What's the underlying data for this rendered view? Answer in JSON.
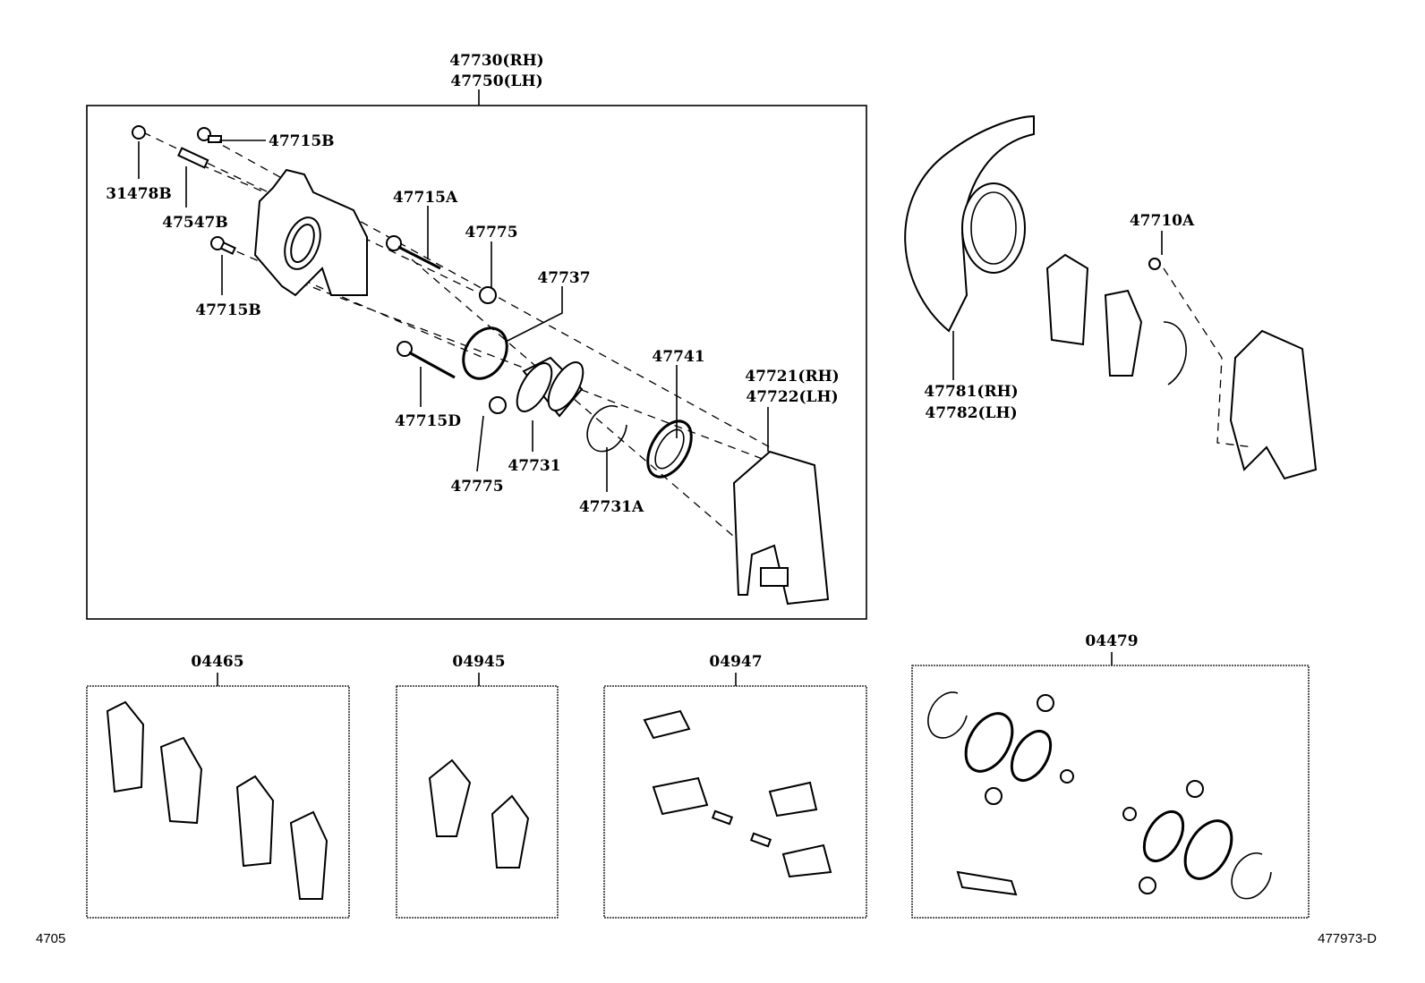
{
  "diagram": {
    "caliper_assembly": {
      "line1": "47730(RH)",
      "line2": "47750(LH)"
    },
    "labels": {
      "bleeder_bolt_top": "47715B",
      "cap": "31478B",
      "bleeder_plug": "47547B",
      "bleeder_bolt_bottom": "47715B",
      "slide_pin_a": "47715A",
      "boot_upper": "47775",
      "piston_seal": "47737",
      "cylinder_boot": "47741",
      "slide_pin_d": "47715D",
      "piston": "47731",
      "boot_lower": "47775",
      "set_ring": "47731A",
      "mounting_rh": "47721(RH)",
      "mounting_lh": "47722(LH)",
      "dust_cover_rh": "47781(RH)",
      "dust_cover_lh": "47782(LH)",
      "bolt_right": "47710A"
    },
    "kits": {
      "pads": "04465",
      "shims": "04945",
      "fitting_kit": "04947",
      "cylinder_kit": "04479"
    },
    "footer": {
      "left": "4705",
      "right": "477973-D"
    }
  }
}
